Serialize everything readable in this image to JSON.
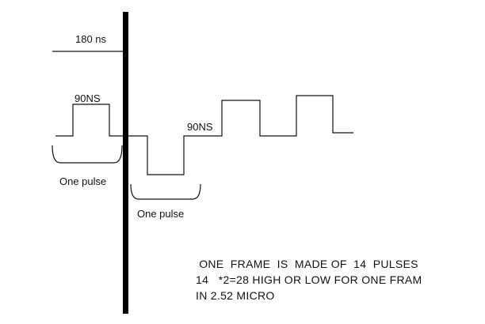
{
  "colors": {
    "background": "#ffffff",
    "line": "#111111"
  },
  "labels": {
    "top_width": "180 ns",
    "high_width": "90NS",
    "low_width": "90NS",
    "pulse_left": "One pulse",
    "pulse_right": "One pulse"
  },
  "notes": [
    " ONE  FRAME  IS  MADE OF  14  PULSES",
    "14   *2=28 HIGH OR LOW FOR ONE FRAM",
    "IN 2.52 MICRO"
  ]
}
